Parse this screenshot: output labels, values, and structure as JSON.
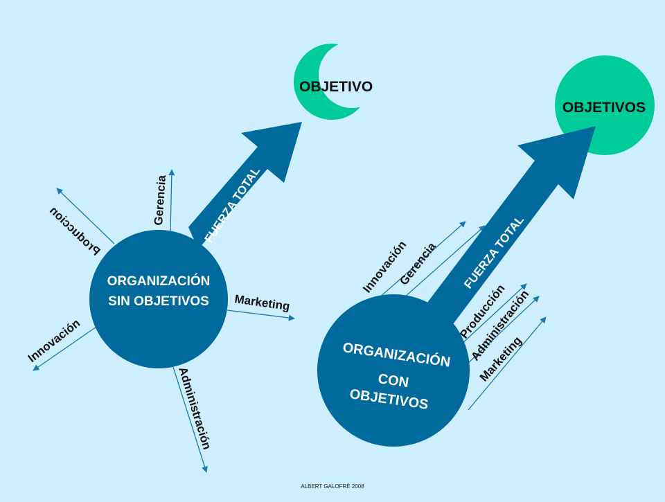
{
  "colors": {
    "background": "#cdeefd",
    "circle": "#006a9c",
    "goal": "#00cc99",
    "arrow_line": "#1a7ab0",
    "text_dark": "#111111",
    "text_light": "#ffffff"
  },
  "left": {
    "goal": "OBJETIVO",
    "org_line1": "ORGANIZACIÓN",
    "org_line2": "SIN OBJETIVOS",
    "force": "FUERZA TOTAL",
    "labels": {
      "produccion": "Produccion",
      "gerencia": "Gerencia",
      "marketing": "Marketing",
      "innovacion": "Innovación",
      "administracion": "Administración"
    }
  },
  "right": {
    "goal": "OBJETIVOS",
    "org_line1": "ORGANIZACIÓN",
    "org_line2": "CON",
    "org_line3": "OBJETIVOS",
    "force": "FUERZA TOTAL",
    "labels": {
      "innovacion": "Innovación",
      "gerencia": "Gerencia",
      "produccion": "Producción",
      "administracion": "Administración",
      "marketing": "Marketing"
    }
  },
  "footer": "ALBERT GALOFRÉ 2008"
}
